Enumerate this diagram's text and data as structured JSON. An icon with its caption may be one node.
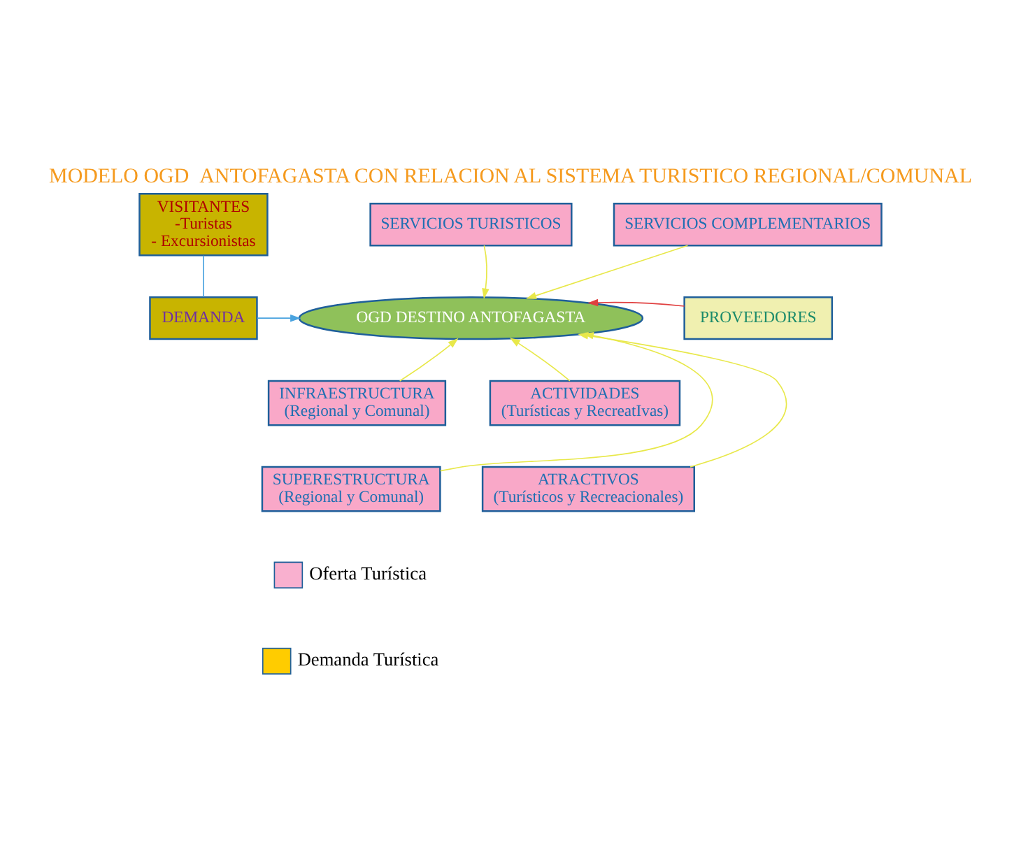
{
  "diagram": {
    "title": "MODELO OGD  ANTOFAGASTA CON RELACION AL SISTEMA TURISTICO REGIONAL/COMUNAL",
    "nodes": [
      {
        "text": [
          "SERVICIOS TURISTICOS"
        ]
      },
      {
        "text": [
          "SERVICIOS COMPLEMENTARIOS"
        ]
      },
      {
        "text": [
          "VISITANTES",
          "-Turistas",
          "- Excursionistas"
        ]
      },
      {
        "text": [
          "DEMANDA"
        ]
      },
      {
        "text": [
          "OGD DESTINO ANTOFAGASTA"
        ]
      },
      {
        "text": [
          "PROVEEDORES"
        ]
      },
      {
        "text": [
          "INFRAESTRUCTURA",
          "(Regional y Comunal)"
        ]
      },
      {
        "text": [
          "ACTIVIDADES",
          "(Turísticas y RecreatIvas)"
        ]
      },
      {
        "text": [
          "SUPERESTRUCTURA",
          "(Regional y Comunal)"
        ]
      },
      {
        "text": [
          "ATRACTIVOS",
          "(Turísticos y Recreacionales)"
        ]
      }
    ],
    "edges": [
      {
        "from": 0,
        "to": 4,
        "arrow": "to"
      },
      {
        "from": 1,
        "to": 4,
        "arrow": "to"
      },
      {
        "from": 2,
        "to": 3,
        "arrow": "none",
        "color": "#4aa3df"
      },
      {
        "from": 3,
        "to": 4,
        "arrow": "to",
        "color": "#4aa3df"
      },
      {
        "from": 5,
        "to": 4,
        "arrow": "to",
        "color": "#e04040"
      },
      {
        "from": 6,
        "to": 4,
        "arrow": "to"
      },
      {
        "from": 7,
        "to": 4,
        "arrow": "to"
      },
      {
        "from": 8,
        "to": 4,
        "arrow": "to"
      },
      {
        "from": 9,
        "to": 4,
        "arrow": "to"
      }
    ],
    "legend": [
      {
        "text": "Oferta Turística",
        "color": "#f9b0cf"
      },
      {
        "text": "Demanda Turística",
        "color": "#ffcc00"
      }
    ]
  }
}
